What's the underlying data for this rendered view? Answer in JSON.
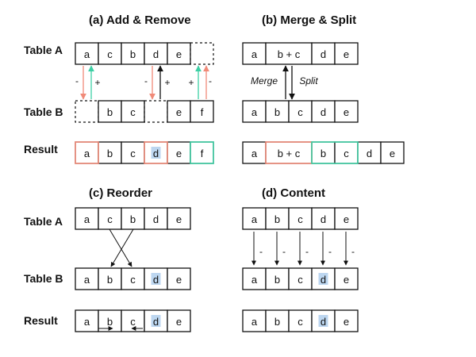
{
  "colors": {
    "red": "#f08a78",
    "green": "#3ccfa4",
    "highlight": "#bcd6f0",
    "light_blue": "#c5d5eb",
    "mid_blue": "#6e93c8",
    "orange": "#fbd3a8",
    "black": "#111111"
  },
  "labels": {
    "table_a": "Table A",
    "table_b": "Table B",
    "result": "Result",
    "plus": "+",
    "minus": "-",
    "merge": "Merge",
    "split": "Split"
  },
  "panels": {
    "a": {
      "title": "(a) Add & Remove",
      "table_a": [
        "a",
        "c",
        "b",
        "d",
        "e",
        ""
      ],
      "table_b": [
        "",
        "b",
        "c",
        "",
        "e",
        "f"
      ],
      "result": [
        "a",
        "b",
        "c",
        "d",
        "e",
        "f"
      ]
    },
    "b": {
      "title": "(b) Merge & Split",
      "table_a": [
        "a",
        "b + c",
        "d",
        "e"
      ],
      "table_b": [
        "a",
        "b",
        "c",
        "d",
        "e"
      ],
      "result": [
        "a",
        "b + c",
        "b",
        "c",
        "d",
        "e"
      ]
    },
    "c": {
      "title": "(c) Reorder",
      "table_a": [
        "a",
        "c",
        "b",
        "d",
        "e"
      ],
      "table_b": [
        "a",
        "b",
        "c",
        "d",
        "e"
      ],
      "result": [
        "a",
        "b",
        "c",
        "d",
        "e"
      ]
    },
    "d": {
      "title": "(d) Content",
      "table_a": [
        "a",
        "b",
        "c",
        "d",
        "e"
      ],
      "table_b": [
        "a",
        "b",
        "c",
        "d",
        "e"
      ],
      "result": [
        "a",
        "b",
        "c",
        "d",
        "e"
      ]
    }
  }
}
